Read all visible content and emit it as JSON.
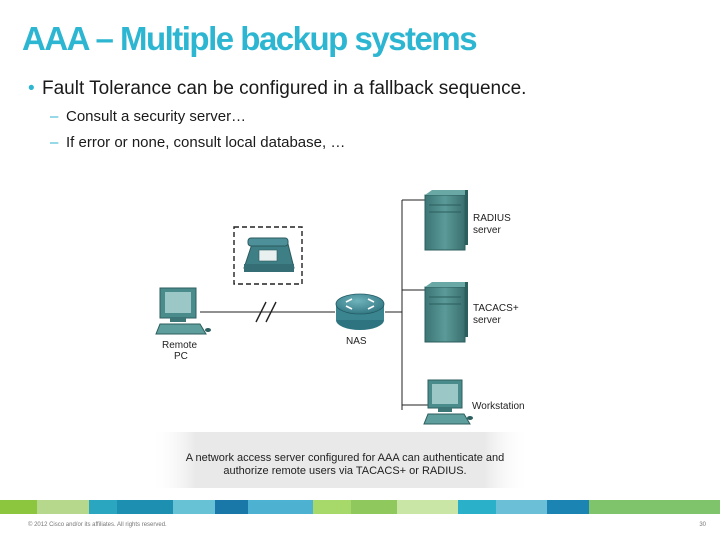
{
  "slide": {
    "title": "AAA – Multiple backup systems",
    "bullet": "Fault Tolerance can be configured in a fallback sequence.",
    "bullet_marker": "•",
    "sub_marker": "–",
    "sub_bullets": [
      "Consult a security server…",
      "If error or none, consult local database, …"
    ]
  },
  "diagram": {
    "remote_pc_line1": "Remote",
    "remote_pc_line2": "PC",
    "nas_label": "NAS",
    "radius_line1": "RADIUS",
    "radius_line2": "server",
    "tacacs_line1": "TACACS+",
    "tacacs_line2": "server",
    "workstation_label": "Workstation",
    "caption_line1": "A network access server configured for AAA can authenticate and",
    "caption_line2": "authorize remote users via TACACS+ or RADIUS."
  },
  "footer": {
    "copyright": "© 2012 Cisco and/or its affiliates. All rights reserved.",
    "page_number": "30",
    "bar_colors": [
      "#8cc63f",
      "#b6d88c",
      "#2aa6c1",
      "#1d8fb0",
      "#67c2d6",
      "#1a78a8",
      "#4db1d1",
      "#a7d86a",
      "#8fc95e",
      "#c9e6a7",
      "#2bb0c9",
      "#6bbfd6",
      "#1c84b3",
      "#7fc46a"
    ]
  },
  "colors": {
    "title": "#2cb6d2",
    "server_body": "#4d8a8a",
    "router": "#3e8d97",
    "phone": "#3e7f86"
  }
}
